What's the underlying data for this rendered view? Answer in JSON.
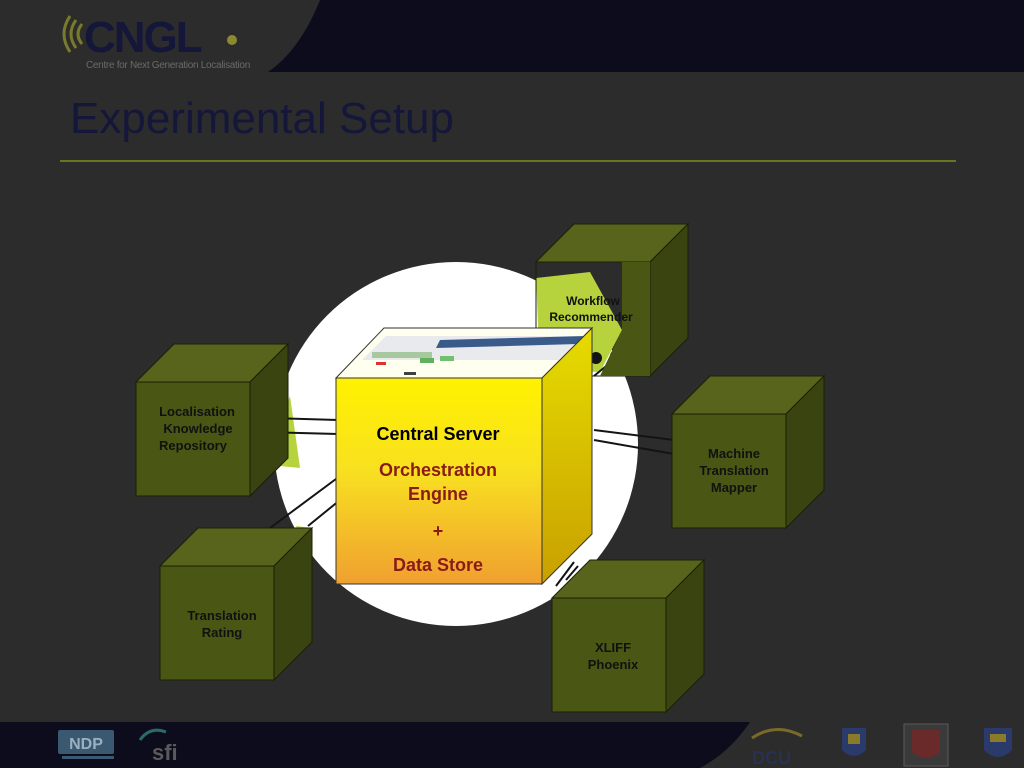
{
  "header": {
    "logo_text": "CNGL",
    "logo_subtitle": "Centre for Next Generation Localisation"
  },
  "slide": {
    "title": "Experimental Setup"
  },
  "diagram": {
    "central_server": {
      "title": "Central Server",
      "line1": "Orchestration",
      "line2": "Engine",
      "plus": "+",
      "line3": "Data Store"
    },
    "nodes": [
      {
        "id": "workflow",
        "lines": [
          "Workflow",
          "Recommender"
        ]
      },
      {
        "id": "lkr",
        "lines": [
          "Localisation",
          "Knowledge",
          "Repository"
        ]
      },
      {
        "id": "mt",
        "lines": [
          "Machine",
          "Translation",
          "Mapper"
        ]
      },
      {
        "id": "rating",
        "lines": [
          "Translation",
          "Rating"
        ]
      },
      {
        "id": "xliff",
        "lines": [
          "XLIFF",
          "Phoenix"
        ]
      }
    ],
    "colors": {
      "spotlight": "#ffffff",
      "box_front": "#4a5614",
      "box_top": "#58641c",
      "box_side": "#3a4410",
      "server_yellow": "#fff200",
      "server_orange": "#f0a030",
      "server_text_red": "#8b1a1a",
      "lime": "#b6d23c"
    }
  },
  "footer": {
    "logos": [
      "NDP",
      "sfi",
      "DCU",
      "UCD-crest",
      "TCD-crest",
      "UL-crest"
    ],
    "logo_texts": {
      "ndp": "NDP",
      "sfi": "sfi",
      "dcu": "DCU"
    }
  }
}
